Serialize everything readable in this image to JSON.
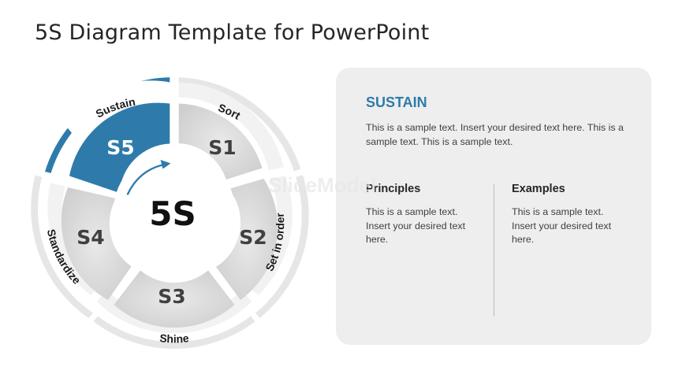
{
  "title": "5S Diagram Template for PowerPoint",
  "center_label": "5S",
  "segments": [
    {
      "id": "S1",
      "label": "S1",
      "ring_label": "Sort"
    },
    {
      "id": "S2",
      "label": "S2",
      "ring_label": "Set in order"
    },
    {
      "id": "S3",
      "label": "S3",
      "ring_label": "Shine"
    },
    {
      "id": "S4",
      "label": "S4",
      "ring_label": "Standardize"
    },
    {
      "id": "S5",
      "label": "S5",
      "ring_label": "Sustain"
    }
  ],
  "active_segment": "S5",
  "colors": {
    "accent": "#2e7bab",
    "segment": "#d9d9d9",
    "ring": "#e6e6e6",
    "panel": "#eeeeee"
  },
  "panel": {
    "heading": "SUSTAIN",
    "body": "This is a sample text. Insert your desired text here. This is a sample text. This is a sample text.",
    "columns": [
      {
        "heading": "Principles",
        "body": "This is a sample text. Insert your desired text here."
      },
      {
        "heading": "Examples",
        "body": "This is a sample text. Insert your desired text here."
      }
    ]
  },
  "watermark": "SlideModel"
}
